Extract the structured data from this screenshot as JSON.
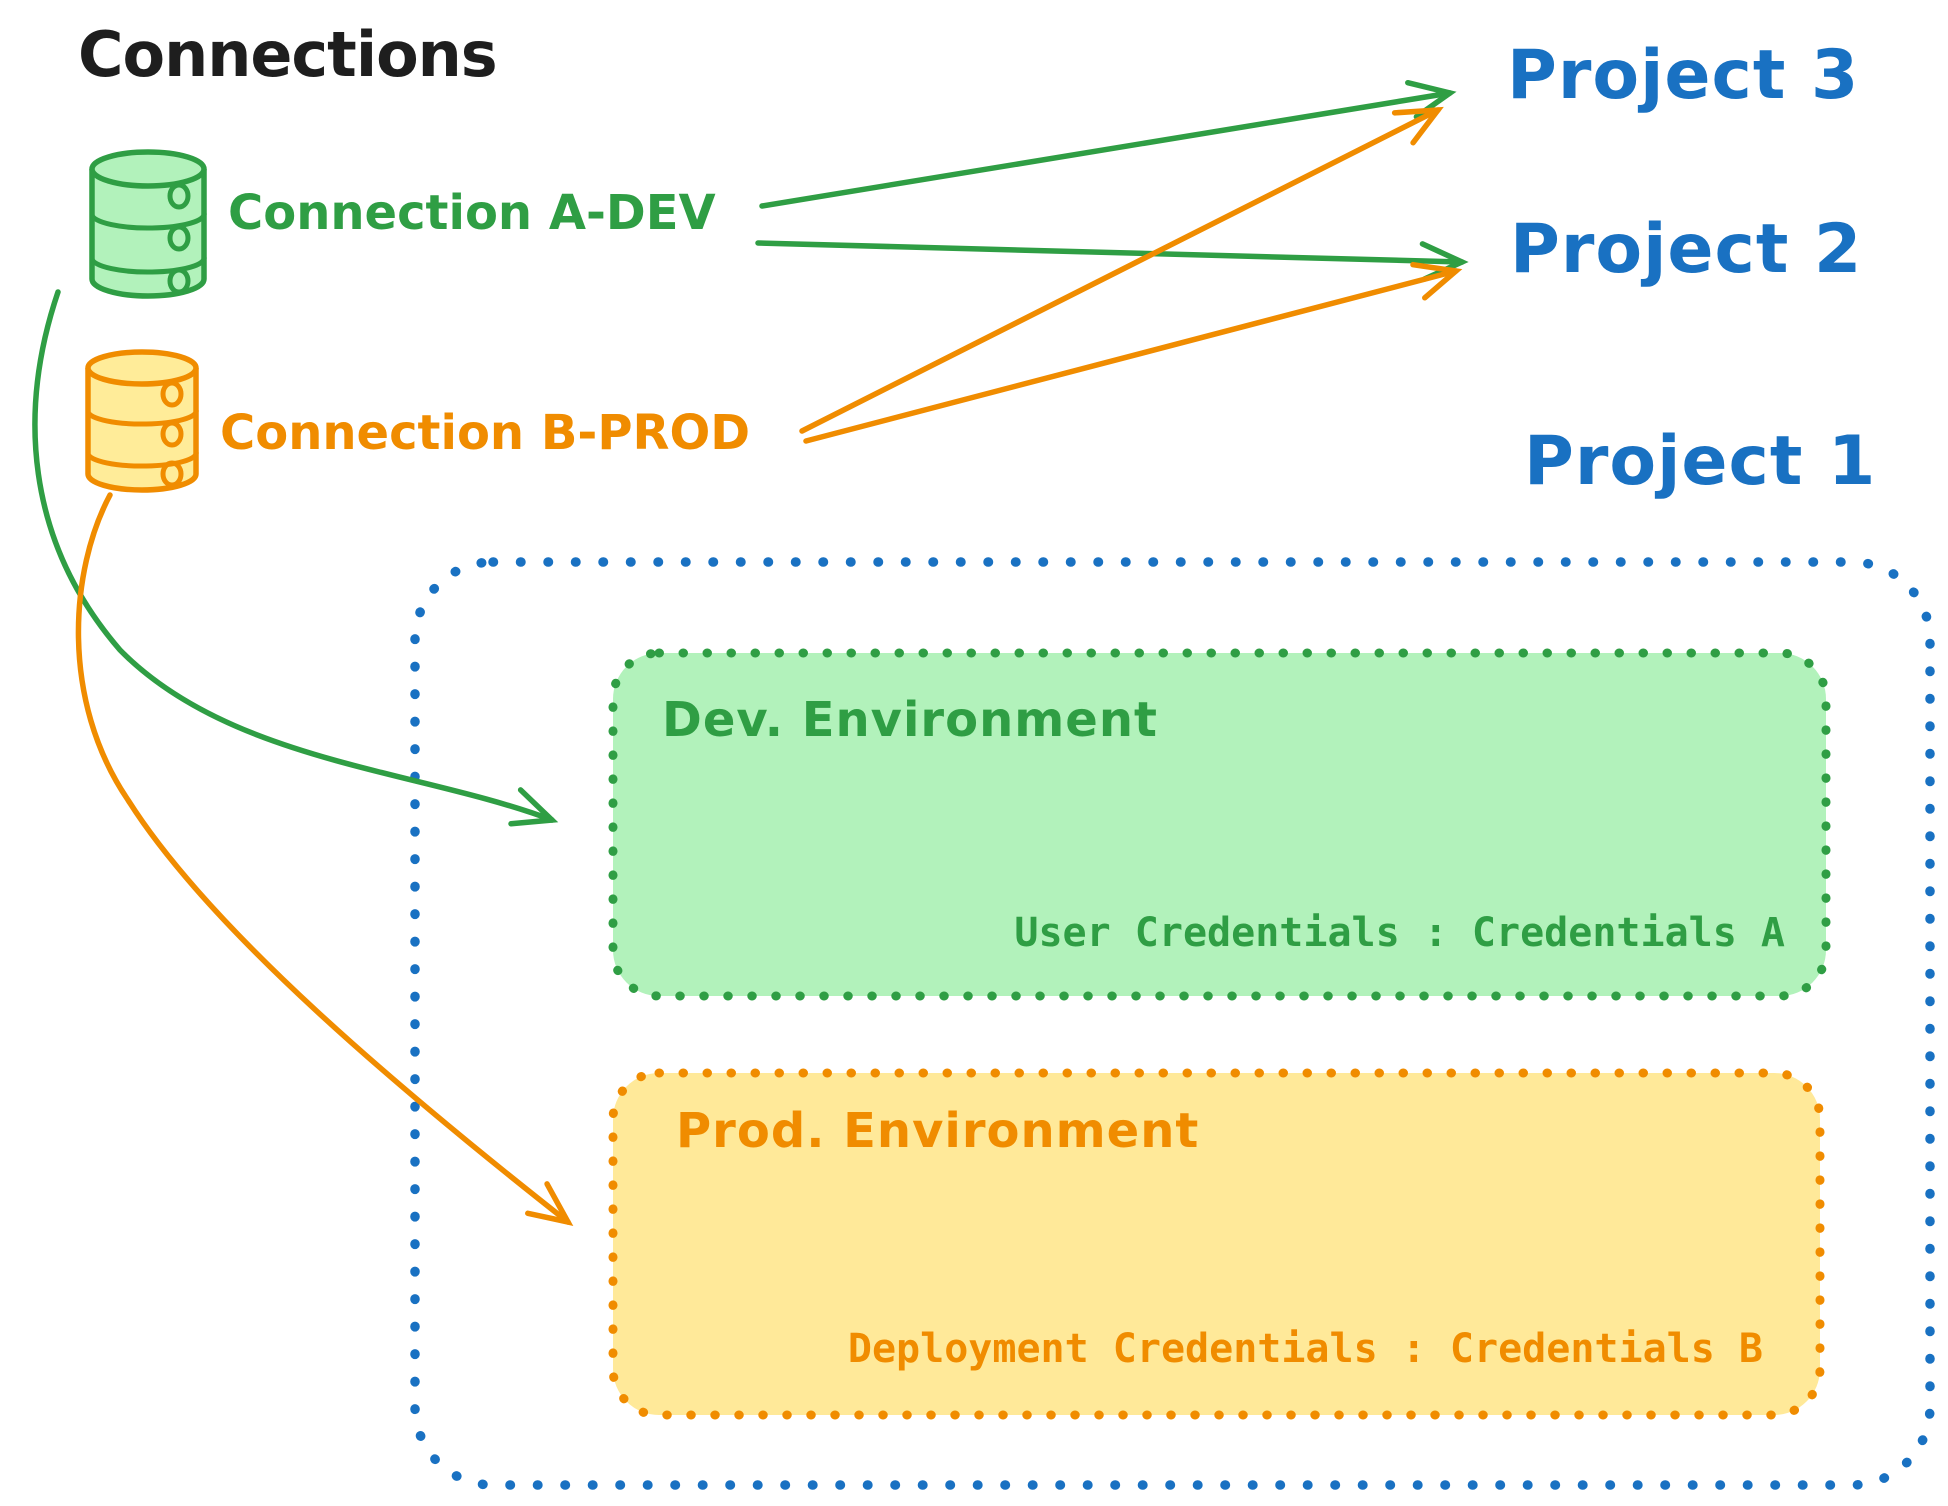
{
  "canvas": {
    "title": "Connections"
  },
  "colors": {
    "ink": "#1e1e1e",
    "green": "#2f9e44",
    "green_fill": "#b2f2bb",
    "orange": "#f08c00",
    "orange_fill": "#ffe999",
    "blue": "#1971c2"
  },
  "connections": [
    {
      "label": "Connection A-DEV",
      "icon": "database-cylinder-icon",
      "color": "#2f9e44"
    },
    {
      "label": "Connection B-PROD",
      "icon": "database-cylinder-icon",
      "color": "#f08c00"
    }
  ],
  "projects": [
    {
      "label": "Project 3"
    },
    {
      "label": "Project 2"
    },
    {
      "label": "Project 1"
    }
  ],
  "project1_detail": {
    "environments": [
      {
        "name": "Dev. Environment",
        "credentials": "User Credentials : Credentials A",
        "color": "#2f9e44"
      },
      {
        "name": "Prod. Environment",
        "credentials": "Deployment Credentials : Credentials B",
        "color": "#f08c00"
      }
    ]
  },
  "edges": [
    {
      "from": "Connection A-DEV",
      "to": "Project 3",
      "color": "#2f9e44"
    },
    {
      "from": "Connection A-DEV",
      "to": "Project 2",
      "color": "#2f9e44"
    },
    {
      "from": "Connection B-PROD",
      "to": "Project 3",
      "color": "#f08c00"
    },
    {
      "from": "Connection B-PROD",
      "to": "Project 2",
      "color": "#f08c00"
    },
    {
      "from": "Connection A-DEV",
      "to": "Dev. Environment (Project 1)",
      "color": "#2f9e44"
    },
    {
      "from": "Connection B-PROD",
      "to": "Prod. Environment (Project 1)",
      "color": "#f08c00"
    }
  ]
}
